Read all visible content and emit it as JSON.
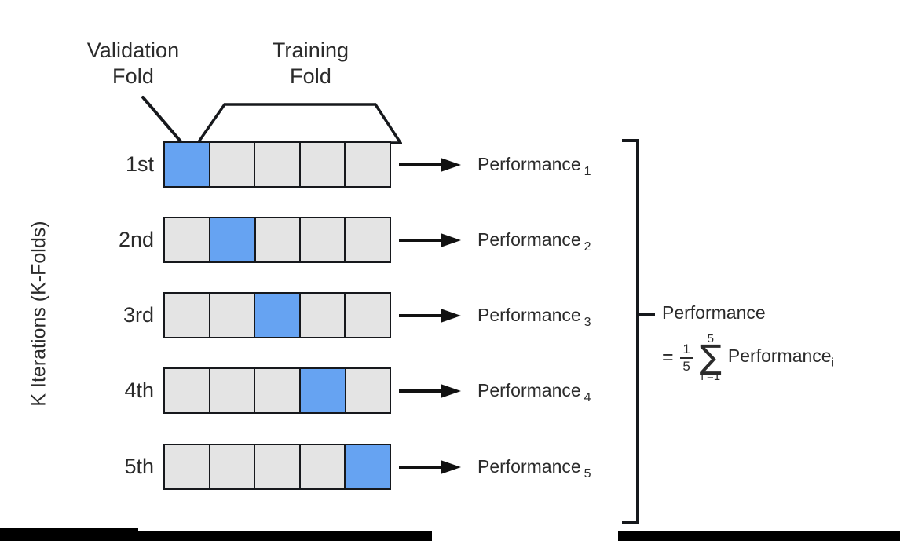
{
  "diagram": {
    "title_validation": "Validation\nFold",
    "title_training": "Training\nFold",
    "axis_label": "K Iterations (K-Folds)",
    "num_folds": 5,
    "cells_per_row": 5,
    "colors": {
      "validation_cell": "#66a3f2",
      "training_cell": "#e4e4e4",
      "stroke": "#16181c",
      "text": "#2b2b2b",
      "background": "#ffffff"
    },
    "rows": [
      {
        "label": "1st",
        "validation_index": 0,
        "performance": "Performance",
        "performance_sub": "1"
      },
      {
        "label": "2nd",
        "validation_index": 1,
        "performance": "Performance",
        "performance_sub": "2"
      },
      {
        "label": "3rd",
        "validation_index": 2,
        "performance": "Performance",
        "performance_sub": "3"
      },
      {
        "label": "4th",
        "validation_index": 3,
        "performance": "Performance",
        "performance_sub": "4"
      },
      {
        "label": "5th",
        "validation_index": 4,
        "performance": "Performance",
        "performance_sub": "5"
      }
    ],
    "formula": {
      "result_label": "Performance",
      "equals": "=",
      "fraction_numerator": "1",
      "fraction_denominator": "5",
      "sigma": "∑",
      "sum_upper": "5",
      "sum_lower": "i =1",
      "summand": "Performance",
      "summand_sub": "i"
    }
  }
}
